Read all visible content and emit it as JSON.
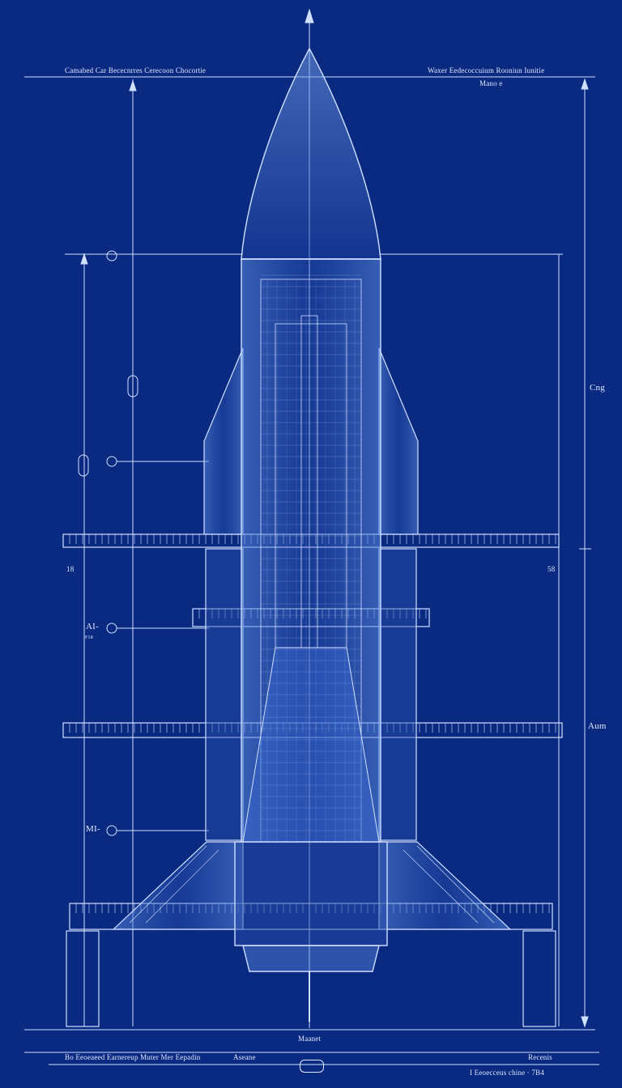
{
  "colors": {
    "background": "#0a2a82",
    "line": "#cfe0ff",
    "fill": "#3f6fd0",
    "text": "#dfe9ff"
  },
  "labels": {
    "title_left": "Camabed Car Bececnrres Cerecoon Chocortie",
    "title_right": "Waxer Eedecoccuium Rooniun Iunitie",
    "title_right_sub": "Mano e",
    "right_dim_upper": "Cng",
    "right_dim_lower": "Aum",
    "tier_mark_left": "18",
    "tier_mark_right": "58",
    "callout_a": "AI-",
    "callout_a_sub": "F18",
    "callout_m": "MI-",
    "base_center": "Maanet",
    "footer_left": "Bo Eeoeaeed Earnereup Muter Mer Eepadin",
    "footer_center": "Aseane",
    "footer_right": "Recenis",
    "footer_right_sub": "I Eeoecceus chine · 7B4"
  }
}
